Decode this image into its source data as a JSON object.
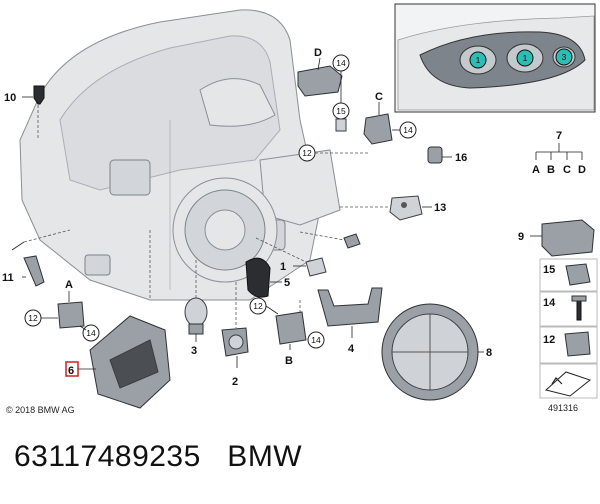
{
  "labels": {
    "p1": "1",
    "p2": "2",
    "p3": "3",
    "p4": "4",
    "p5": "5",
    "p6": "6",
    "p7": "7",
    "p8": "8",
    "p9": "9",
    "p10": "10",
    "p11": "11",
    "p12": "12",
    "p13": "13",
    "p14": "14",
    "p15": "15",
    "p16": "16",
    "A": "A",
    "B": "B",
    "C": "C",
    "D": "D"
  },
  "inset_numbers": {
    "n1a": "1",
    "n1b": "1",
    "n3": "3"
  },
  "copyright": "© 2018 BMW AG",
  "diagram_ref": "491316",
  "caption": "63117489235   BMW",
  "colors": {
    "inset_highlight": "#2bbfb3",
    "line": "#222222",
    "ghost": "#e4e6e8",
    "part_box_outline": "#cc2222"
  }
}
